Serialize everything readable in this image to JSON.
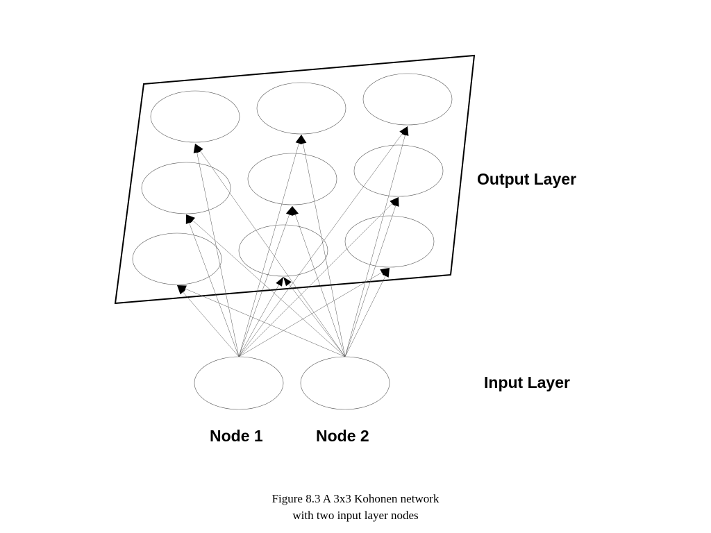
{
  "labels": {
    "output_layer": "Output Layer",
    "input_layer": "Input Layer",
    "node1": "Node 1",
    "node2": "Node 2"
  },
  "caption": {
    "line1": "Figure 8.3 A 3x3 Kohonen network",
    "line2": "with two input layer nodes"
  },
  "network": {
    "output_grid_rows": 3,
    "output_grid_cols": 3,
    "input_nodes": 2
  }
}
